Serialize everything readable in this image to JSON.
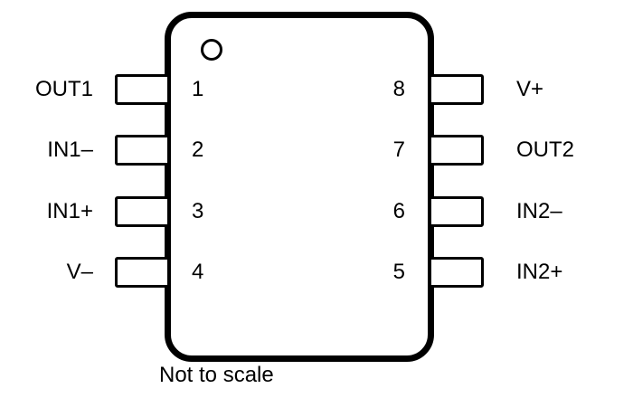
{
  "diagram": {
    "note": "Not to scale",
    "pin1_marker": "pin-1 indicator dot",
    "colors": {
      "line": "#000000",
      "background": "#ffffff"
    },
    "pins_left": [
      {
        "number": "1",
        "label": "OUT1"
      },
      {
        "number": "2",
        "label": "IN1–"
      },
      {
        "number": "3",
        "label": "IN1+"
      },
      {
        "number": "4",
        "label": "V–"
      }
    ],
    "pins_right": [
      {
        "number": "8",
        "label": "V+"
      },
      {
        "number": "7",
        "label": "OUT2"
      },
      {
        "number": "6",
        "label": "IN2–"
      },
      {
        "number": "5",
        "label": "IN2+"
      }
    ]
  }
}
